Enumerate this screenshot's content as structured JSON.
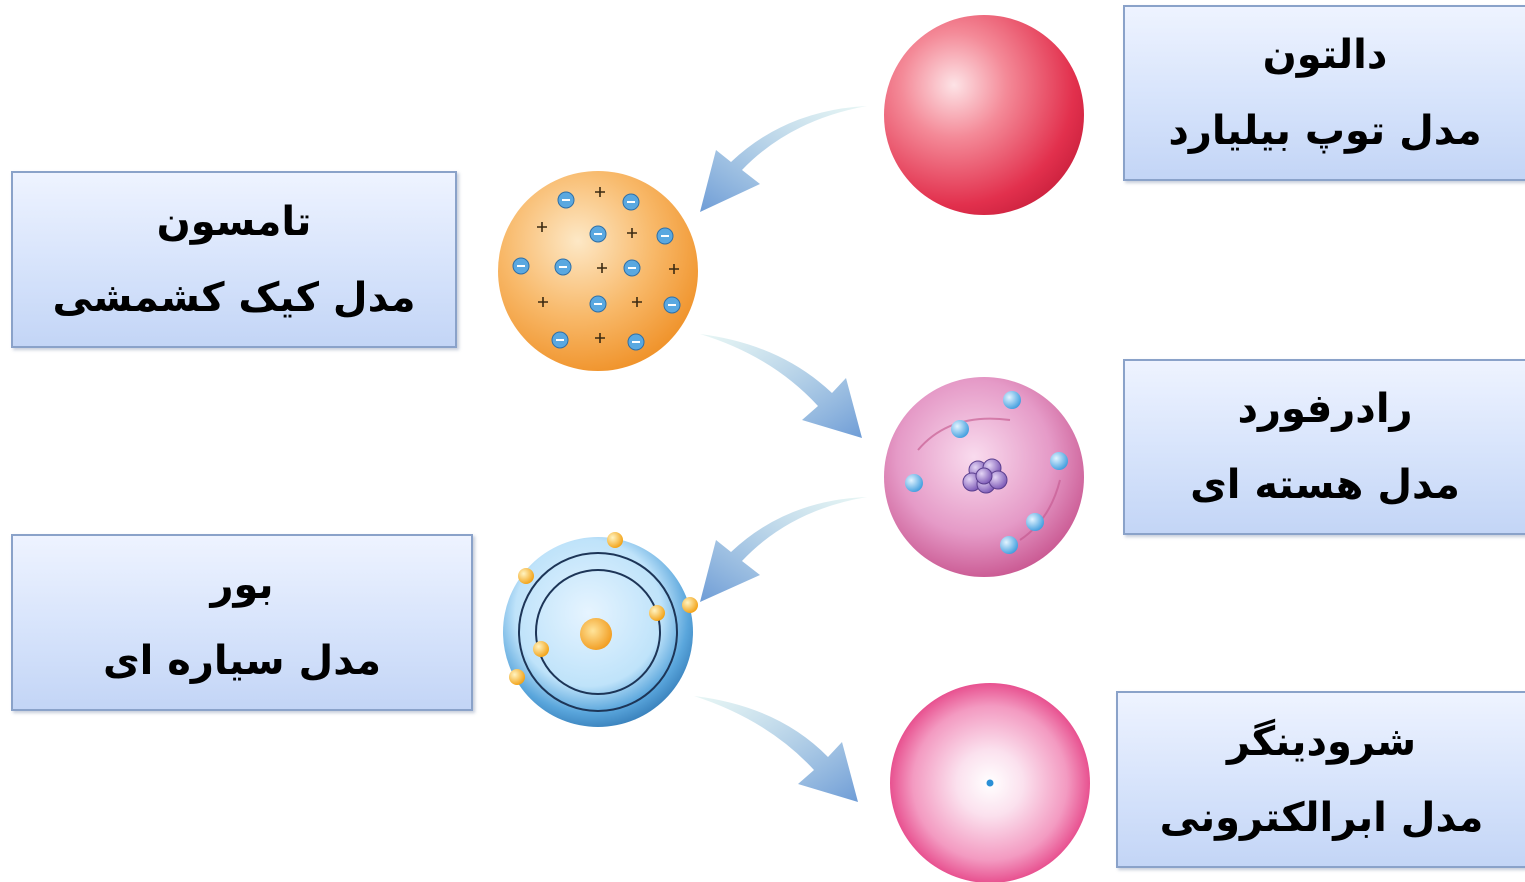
{
  "models": [
    {
      "id": "dalton",
      "name": "دالتون",
      "model": "مدل توپ بیلیارد"
    },
    {
      "id": "thomson",
      "name": "تامسون",
      "model": "مدل کیک کشمشی"
    },
    {
      "id": "rutherford",
      "name": "رادرفورد",
      "model": "مدل هسته ای"
    },
    {
      "id": "bohr",
      "name": "بور",
      "model": "مدل سیاره ای"
    },
    {
      "id": "schrodinger",
      "name": "شرودینگر",
      "model": "مدل ابرالکترونی"
    }
  ],
  "colors": {
    "box_fill": "#d6e3fb",
    "box_border": "#8aa2c9",
    "arrow": "#6f9fd8",
    "dalton_sphere": "#e8334f",
    "thomson_sphere": "#f39a2e",
    "rutherford_sphere": "#c9458f",
    "bohr_sphere": "#1f73b7",
    "schrodinger_sphere": "#e9307a",
    "electron": "#4aa6e0",
    "orbit_electron": "#f7b21f"
  },
  "icons": {
    "arrow": "curved-arrow-icon",
    "plus": "plus-charge-icon",
    "minus": "minus-charge-icon"
  }
}
